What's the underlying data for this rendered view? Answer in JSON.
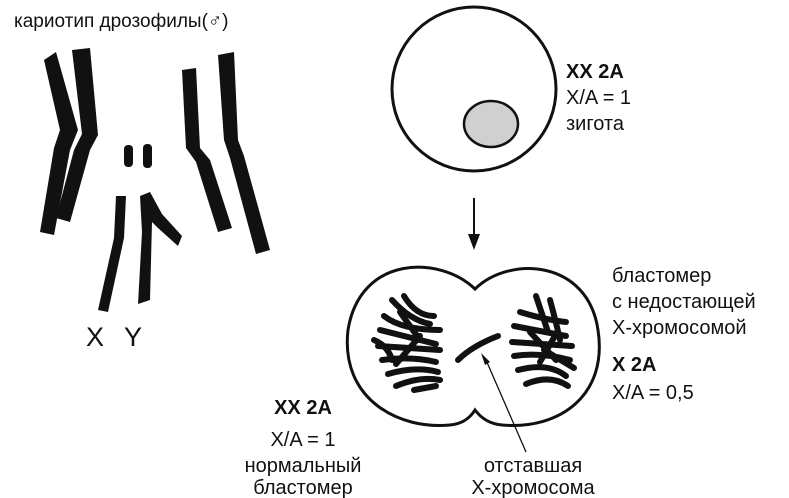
{
  "title": "кариотип дрозофилы(♂)",
  "karyotype": {
    "x_label": "X",
    "y_label": "Y"
  },
  "zygote": {
    "genotype": "XX 2A",
    "ratio": "X/A = 1",
    "name": "зигота"
  },
  "blastomere_missing": {
    "line1": "бластомер",
    "line2": "с недостающей",
    "line3": "X-хромосомой",
    "genotype": "X 2A",
    "ratio": "X/A = 0,5"
  },
  "blastomere_normal": {
    "genotype": "XX 2A",
    "ratio": "X/A = 1",
    "line1": "нормальный",
    "line2": "бластомер"
  },
  "lagging": {
    "line1": "отставшая",
    "line2": "X-хромосома"
  }
}
